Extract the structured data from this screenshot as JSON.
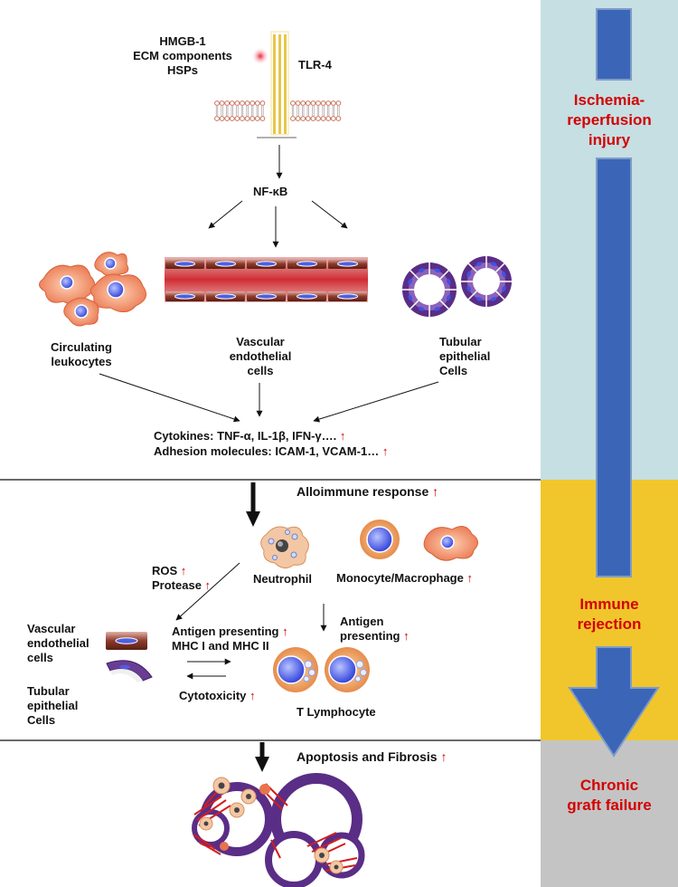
{
  "ligands": [
    "HMGB-1",
    "ECM components",
    "HSPs"
  ],
  "receptor": "TLR-4",
  "transcription_factor": "NF-κB",
  "targets": {
    "leukocytes": [
      "Circulating",
      "leukocytes"
    ],
    "vascular": [
      "Vascular",
      "endothelial",
      "cells"
    ],
    "tubular": [
      "Tubular",
      "epithelial",
      "Cells"
    ]
  },
  "mediators": {
    "cytokines": "Cytokines: TNF-α, IL-1β, IFN-γ….",
    "adhesion": "Adhesion molecules: ICAM-1, VCAM-1…"
  },
  "alloimmune": {
    "title": "Alloimmune response",
    "ros": "ROS",
    "protease": "Protease",
    "neutrophil": "Neutrophil",
    "monocyte": "Monocyte/Macrophage",
    "antigen_presenting_right": [
      "Antigen",
      "presenting"
    ],
    "vascular_cells": [
      "Vascular",
      "endothelial",
      "cells"
    ],
    "tubular_cells": [
      "Tubular",
      "epithelial",
      "Cells"
    ],
    "antigen_presenting_mid": "Antigen presenting",
    "mhc": "MHC I and MHC II",
    "cytotoxicity": "Cytotoxicity",
    "t_lymphocyte": "T Lymphocyte"
  },
  "fibrosis": {
    "title": "Apoptosis and Fibrosis"
  },
  "up_arrow": "↑",
  "stages": [
    {
      "lines": [
        "Ischemia-",
        "reperfusion",
        "injury"
      ],
      "color": "#c5dfe3"
    },
    {
      "lines": [
        "Immune",
        "rejection"
      ],
      "color": "#f0c62c"
    },
    {
      "lines": [
        "Chronic",
        "graft failure"
      ],
      "color": "#c4c4c4"
    }
  ],
  "colors": {
    "stage_text": "#d40000",
    "progress_arrow": "#3b66b8",
    "up_arrow": "#cc0000"
  }
}
